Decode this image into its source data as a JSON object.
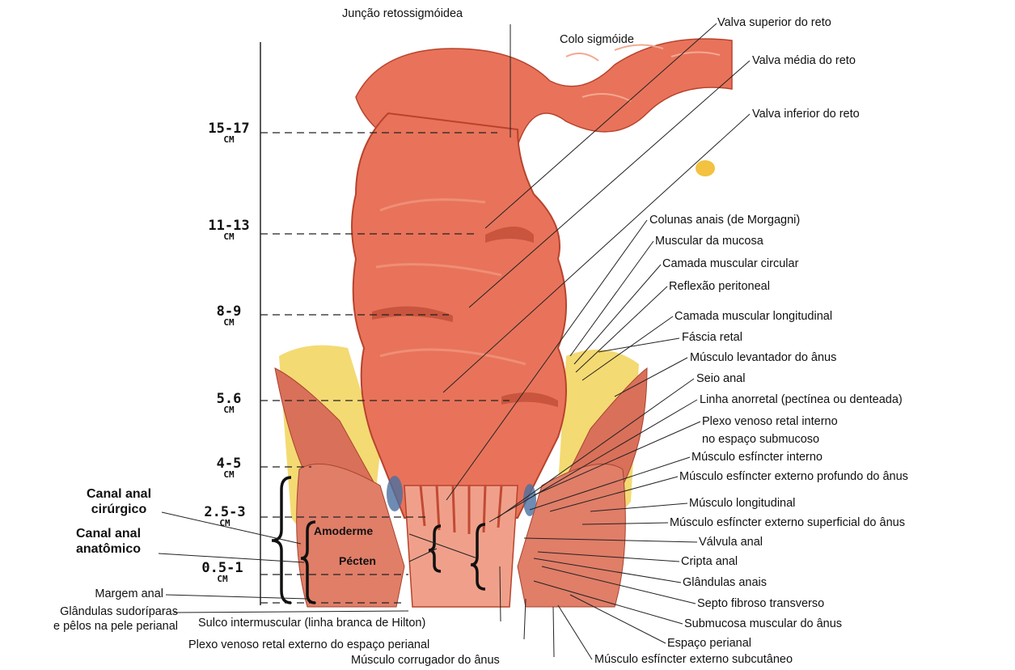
{
  "right_labels": [
    "Colunas anais (de Morgagni)",
    "Muscular da mucosa",
    "Camada muscular circular",
    "Reflexão peritoneal",
    "Camada muscular longitudinal",
    "Fáscia retal",
    "Músculo levantador do ânus",
    "Seio anal",
    "Linha anorretal (pectínea ou denteada)",
    "Plexo venoso retal interno",
    "no espaço submucoso",
    "Músculo esfíncter interno",
    "Músculo esfíncter externo profundo do ânus",
    "Músculo longitudinal",
    "Músculo esfíncter externo superficial do ânus",
    "Válvula anal",
    "Cripta anal",
    "Glândulas anais",
    "Septo fibroso transverso",
    "Submucosa muscular do ânus",
    "Espaço perianal",
    "Músculo esfíncter externo subcutâneo"
  ],
  "top_labels": {
    "juncao": "Junção retossigmóidea",
    "colo": "Colo sigmóide",
    "valva_sup": "Valva superior do reto",
    "valva_med": "Valva média do reto",
    "valva_inf": "Valva inferior do reto"
  },
  "scale": [
    {
      "num": "15-17",
      "unit": "CM"
    },
    {
      "num": "11-13",
      "unit": "CM"
    },
    {
      "num": "8-9",
      "unit": "CM"
    },
    {
      "num": "5.6",
      "unit": "CM"
    },
    {
      "num": "4-5",
      "unit": "CM"
    },
    {
      "num": "2.5-3",
      "unit": "CM"
    },
    {
      "num": "0.5-1",
      "unit": "CM"
    }
  ],
  "left_labels": {
    "canal_cirurgico_1": "Canal anal",
    "canal_cirurgico_2": "cirúrgico",
    "canal_anatomico_1": "Canal anal",
    "canal_anatomico_2": "anatômico",
    "margem": "Margem anal",
    "glandulas_1": "Glândulas sudoríparas",
    "glandulas_2": "e pêlos na pele perianal"
  },
  "inner_labels": {
    "amoderme": "Amoderme",
    "pecten": "Pécten"
  },
  "bottom_labels": {
    "sulco": "Sulco intermuscular (linha branca de Hilton)",
    "plexo_ext": "Plexo venoso retal externo do espaço perianal",
    "corrugador": "Músculo corrugador do ânus"
  },
  "colors": {
    "mucosa": "#e8735a",
    "mucosa_dark": "#c24a33",
    "muscle": "#d96b55",
    "fat": "#f2d35a",
    "vein": "#4a6fa0"
  }
}
